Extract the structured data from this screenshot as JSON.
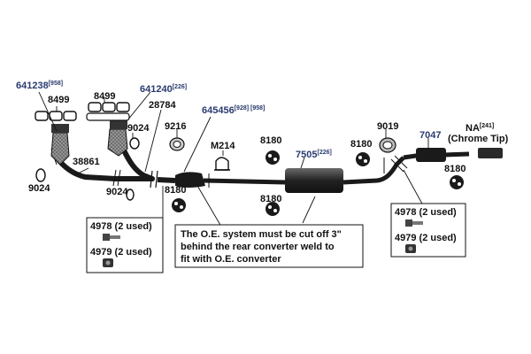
{
  "parts": {
    "p641238": {
      "number": "641238",
      "ref": "[958]"
    },
    "p641240": {
      "number": "641240",
      "ref": "[226]"
    },
    "p645456": {
      "number": "645456",
      "ref": "[928] [958]"
    },
    "p8499a": {
      "number": "8499"
    },
    "p8499b": {
      "number": "8499"
    },
    "p28784": {
      "number": "28784"
    },
    "p9024a": {
      "number": "9024"
    },
    "p9024b": {
      "number": "9024"
    },
    "p9024c": {
      "number": "9024"
    },
    "p38861": {
      "number": "38861"
    },
    "p9216": {
      "number": "9216"
    },
    "pM214": {
      "number": "M214"
    },
    "p8180a": {
      "number": "8180"
    },
    "p8180b": {
      "number": "8180"
    },
    "p8180c": {
      "number": "8180"
    },
    "p8180d": {
      "number": "8180"
    },
    "p8180e": {
      "number": "8180"
    },
    "p7505": {
      "number": "7505",
      "ref": "[226]"
    },
    "p9019": {
      "number": "9019"
    },
    "p7047": {
      "number": "7047"
    },
    "pNA": {
      "number": "NA",
      "ref": "[241]",
      "desc": "(Chrome Tip)"
    }
  },
  "left_box": {
    "line1": "4978 (2 used)",
    "line2": "4979 (2 used)"
  },
  "right_box": {
    "line1": "4978 (2 used)",
    "line2": "4979 (2 used)"
  },
  "note": {
    "line1": "The O.E. system must be cut off 3\"",
    "line2": "behind the rear converter weld to",
    "line3": "fit with O.E. converter"
  }
}
